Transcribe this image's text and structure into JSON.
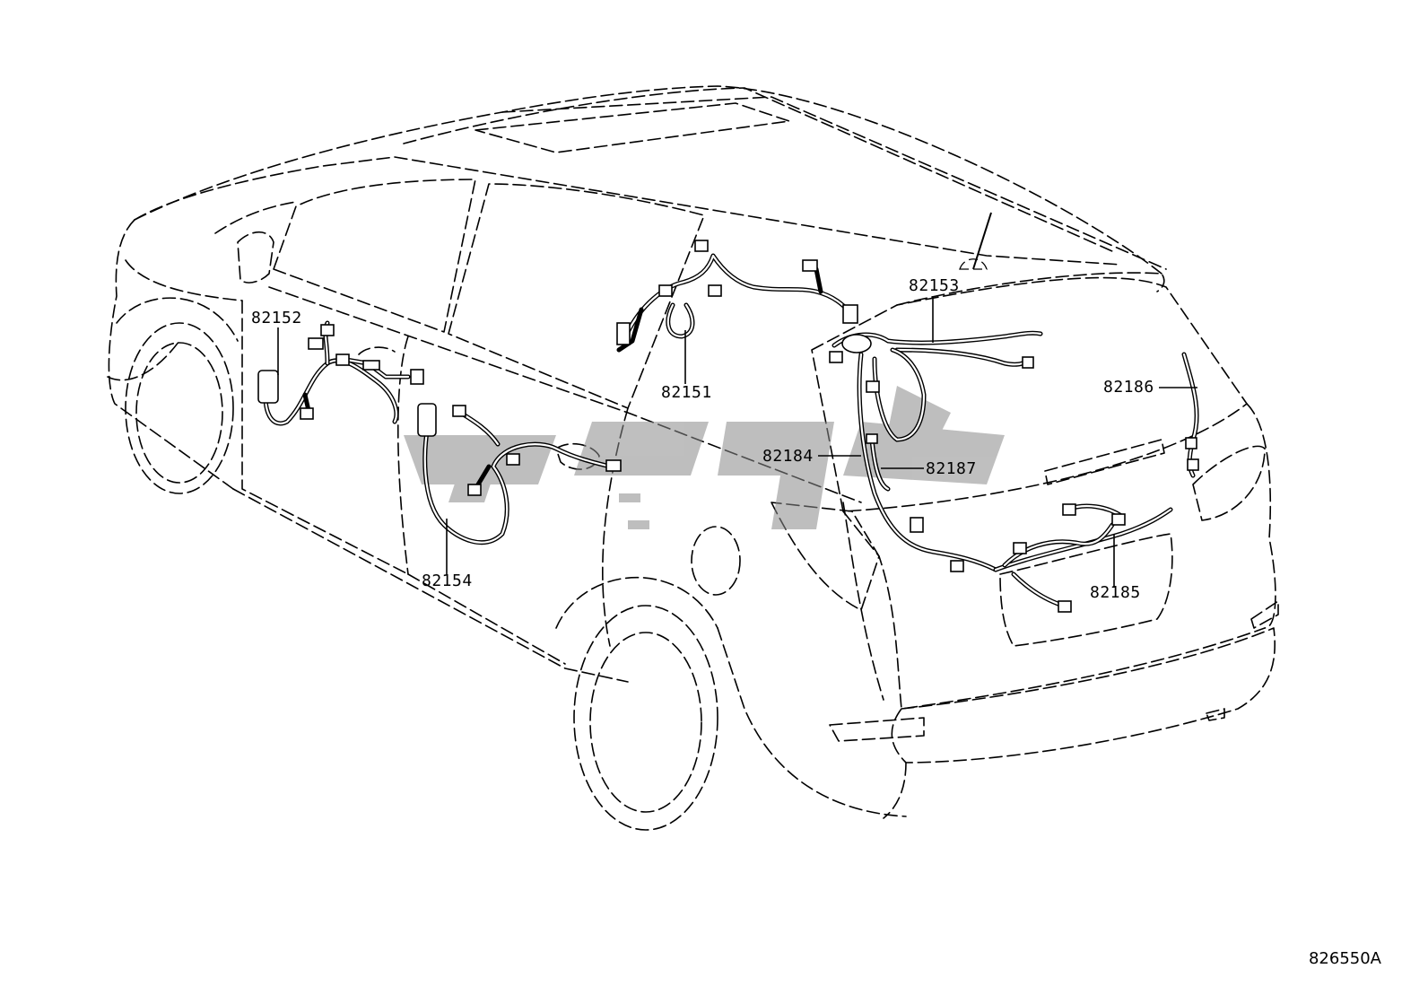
{
  "diagram": {
    "code": "826550A",
    "watermark_color": "#8a8a8a",
    "line_color": "#000000",
    "parts": [
      {
        "id": "82151",
        "label": "82151"
      },
      {
        "id": "82152",
        "label": "82152"
      },
      {
        "id": "82153",
        "label": "82153"
      },
      {
        "id": "82154",
        "label": "82154"
      },
      {
        "id": "82184",
        "label": "82184"
      },
      {
        "id": "82185",
        "label": "82185"
      },
      {
        "id": "82186",
        "label": "82186"
      },
      {
        "id": "82187",
        "label": "82187"
      }
    ]
  }
}
